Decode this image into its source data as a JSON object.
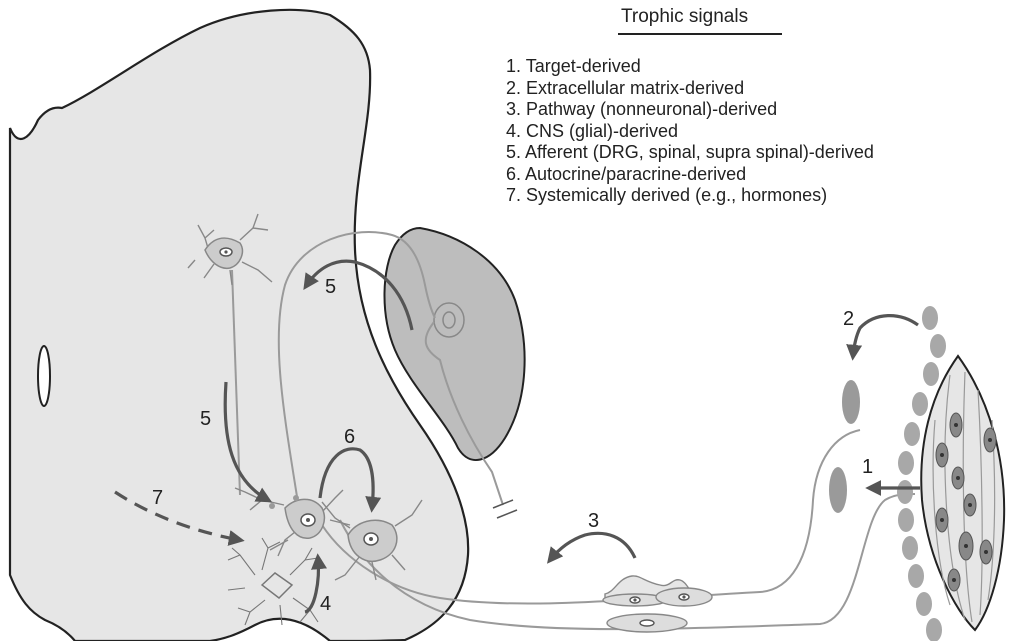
{
  "legend": {
    "title": "Trophic signals",
    "items": [
      "1. Target-derived",
      "2. Extracellular matrix-derived",
      "3. Pathway (nonneuronal)-derived",
      "4. CNS (glial)-derived",
      "5. Afferent (DRG, spinal, supra spinal)-derived",
      "6. Autocrine/paracrine-derived",
      "7. Systemically derived (e.g., hormones)"
    ]
  },
  "labels": {
    "target": "1",
    "matrix": "2",
    "pathway": "3",
    "cns": "4",
    "afferent_upper": "5",
    "afferent_lower": "5",
    "autocrine": "6",
    "systemic": "7"
  },
  "colors": {
    "tissue_fill": "#e6e6e6",
    "drg_fill": "#bdbdbd",
    "neuron_fill": "#cccccc",
    "arrow": "#555555",
    "line": "#9a9a9a",
    "outline": "#222222"
  }
}
